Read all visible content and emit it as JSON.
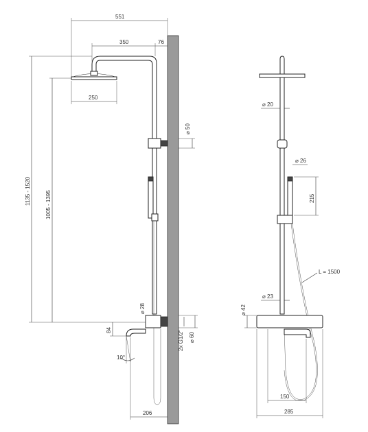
{
  "side_view": {
    "overall_width": "551",
    "arm_length": "350",
    "wall_offset": "76",
    "head_diameter": "250",
    "overall_height": "1135 - 1520",
    "adjustable_height": "1005 - 1395",
    "bracket_diameter": "⌀ 50",
    "mixer_diameter": "⌀ 28",
    "spout_height": "84",
    "connection": "2x G1/2\"",
    "connection_diameter": "⌀ 60",
    "spout_angle": "10°",
    "spout_projection": "206"
  },
  "front_view": {
    "pipe_diameter_upper": "⌀ 20",
    "handshower_diameter": "⌀ 26",
    "handshower_length": "215",
    "hose_length": "L = 1500",
    "pipe_diameter_lower": "⌀ 23",
    "body_diameter": "⌀ 42",
    "spout_width": "150",
    "total_width": "285"
  }
}
